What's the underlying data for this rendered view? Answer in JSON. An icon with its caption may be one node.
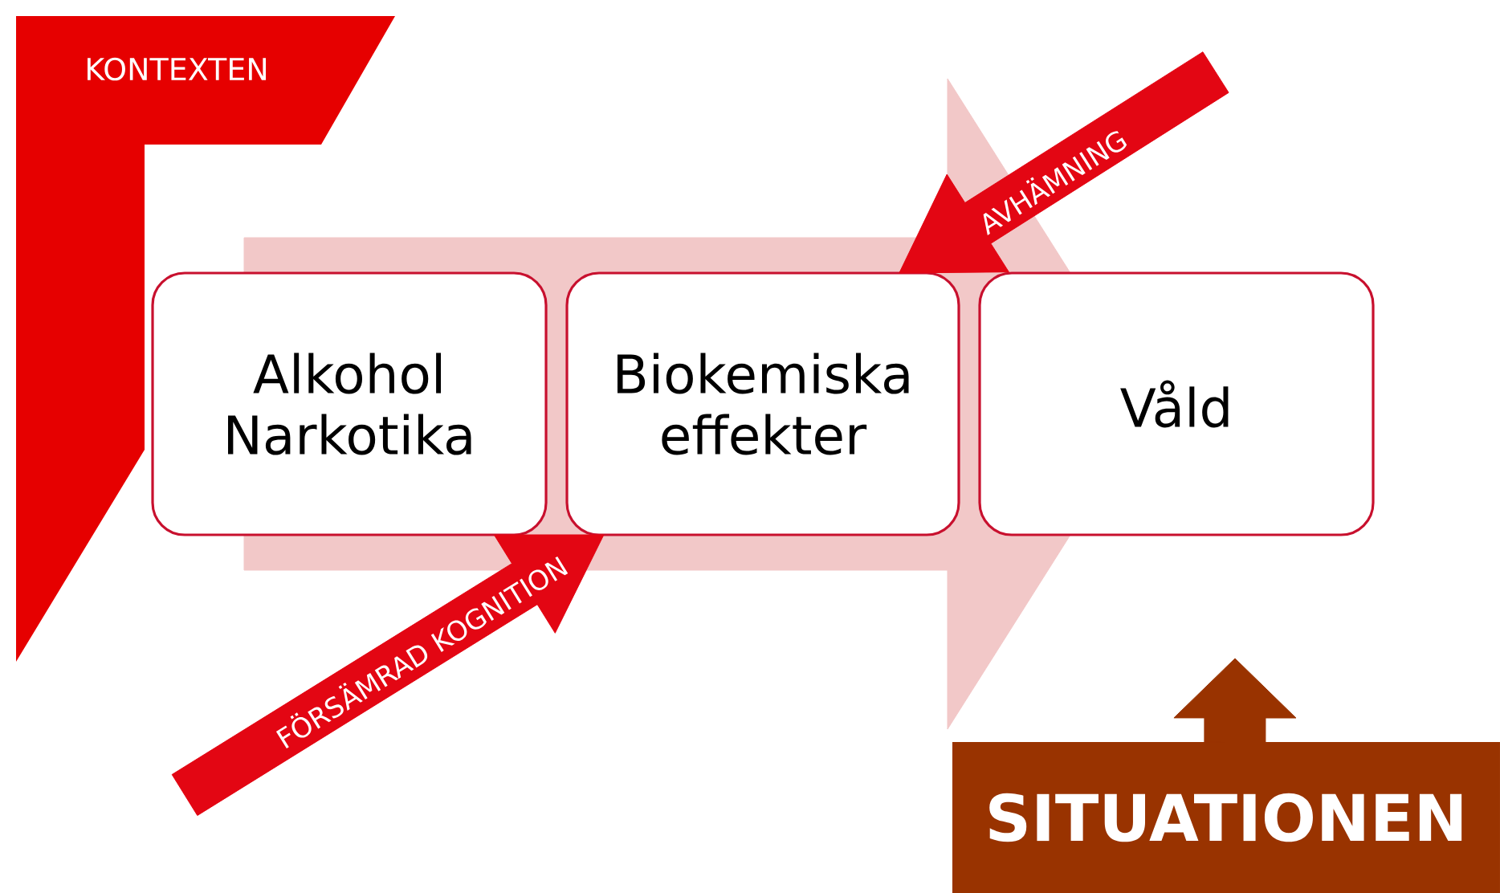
{
  "diagram": {
    "nodes": [
      {
        "text": [
          "KONTEXTEN"
        ]
      },
      {
        "text": [
          "Alkohol Narkotika"
        ]
      },
      {
        "text": [
          "Biokemiska effekter"
        ]
      },
      {
        "text": [
          "Våld"
        ]
      },
      {
        "text": [
          "SITUATIONEN"
        ]
      }
    ],
    "edges": [
      {
        "from": null,
        "to": 2,
        "arrow": "to",
        "label": "AVHÄMNING"
      },
      {
        "from": null,
        "to": 2,
        "arrow": "to",
        "label": "FÖRSÄMRAD KOGNITION"
      },
      {
        "from": 4,
        "to": null,
        "arrow": "to",
        "color": "#993300"
      },
      {
        "from": 1,
        "to": 3,
        "arrow": "to",
        "style": "thick",
        "color": "#f2c8c8"
      }
    ]
  }
}
